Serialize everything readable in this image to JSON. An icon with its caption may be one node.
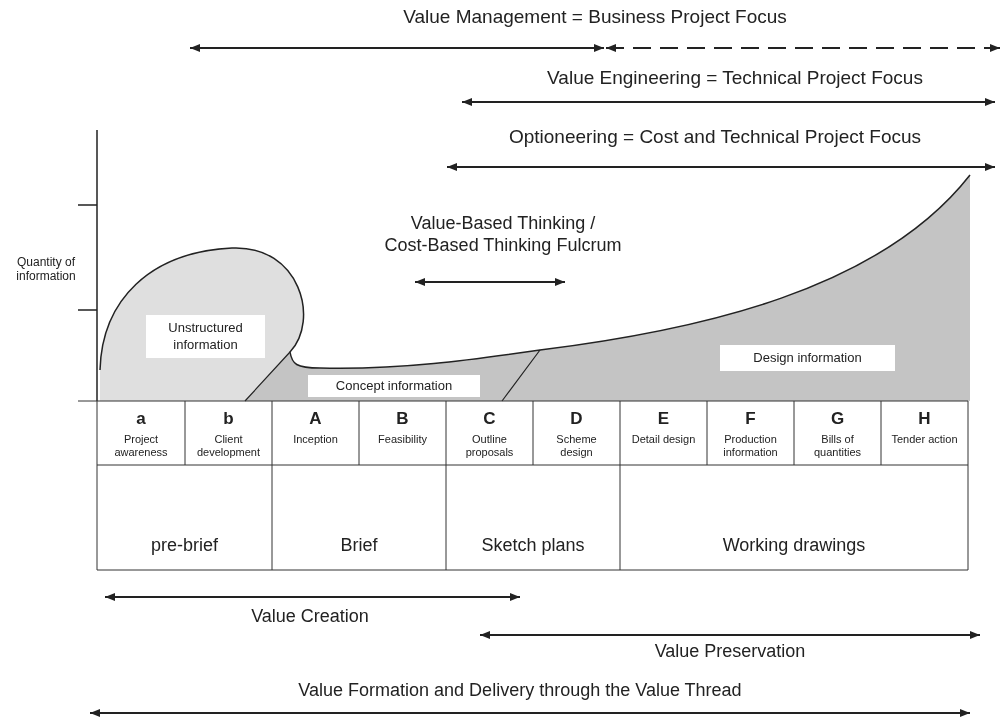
{
  "diagram": {
    "nodes": [
      {
        "text": [
          "Unstructured information"
        ]
      },
      {
        "text": [
          "Concept information"
        ]
      },
      {
        "text": [
          "Design information"
        ]
      }
    ],
    "labels": [
      "Value Management = Business Project Focus",
      "Value Engineering = Technical Project Focus",
      "Optioneering = Cost and Technical Project Focus",
      "Quantity of information",
      "Value-Based Thinking / Cost-Based Thinking Fulcrum",
      "a",
      "Project awareness",
      "b",
      "Client development",
      "A",
      "Inception",
      "B",
      "Feasibility",
      "C",
      "Outline proposals",
      "D",
      "Scheme design",
      "E",
      "Detail design",
      "F",
      "Production information",
      "G",
      "Bills of quantities",
      "H",
      "Tender action",
      "pre-brief",
      "Brief",
      "Sketch plans",
      "Working drawings",
      "Value Creation",
      "Value Preservation",
      "Value Formation and Delivery through the Value Thread"
    ]
  }
}
